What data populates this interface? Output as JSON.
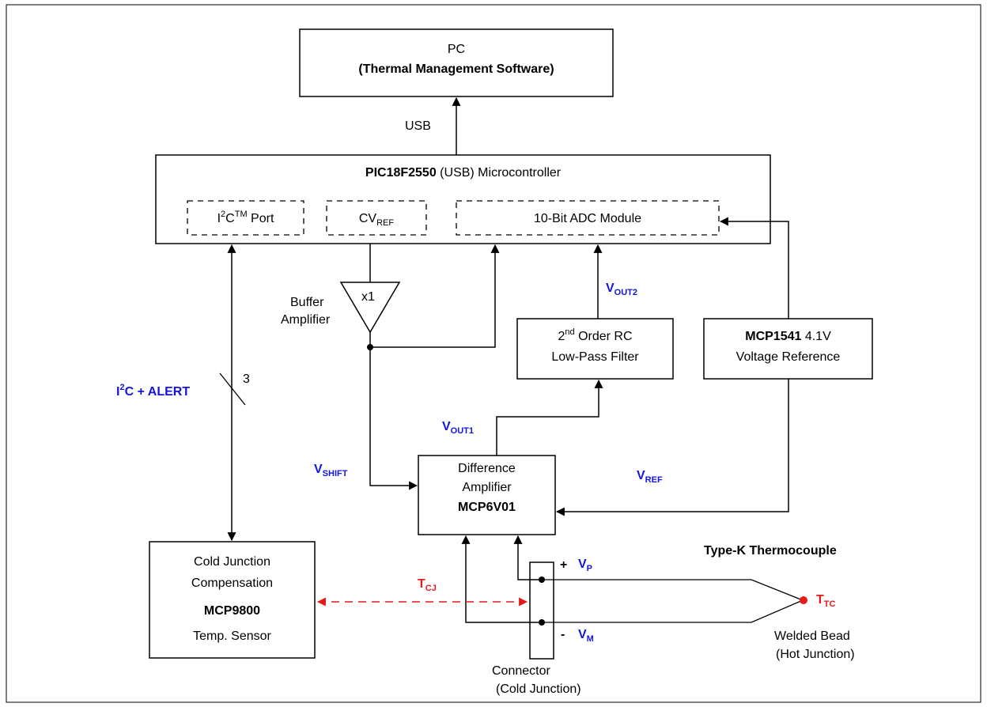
{
  "pc": {
    "line1": "PC",
    "line2": "(Thermal Management Software)"
  },
  "usb_label": "USB",
  "mcu": {
    "title_bold": "PIC18F2550",
    "title_rest": " (USB) Microcontroller",
    "i2c_port": {
      "pre": "I",
      "sup1": "2",
      "mid": "C",
      "sup2": "TM",
      "post": " Port"
    },
    "cvref": {
      "main": "CV",
      "sub": "REF"
    },
    "adc": "10-Bit ADC Module"
  },
  "buffer": {
    "gain": "x1",
    "label_line1": "Buffer",
    "label_line2": "Amplifier"
  },
  "filter": {
    "line1_pre": "2",
    "line1_sup": "nd",
    "line1_post": " Order RC",
    "line2": "Low-Pass Filter"
  },
  "reference": {
    "line1_bold": "MCP1541",
    "line1_rest": " 4.1V",
    "line2": "Voltage Reference"
  },
  "diff_amp": {
    "line1": "Difference",
    "line2": "Amplifier",
    "line3": "MCP6V01"
  },
  "sensor": {
    "line1": "Cold Junction",
    "line2": "Compensation",
    "line3": "MCP9800",
    "line4": "Temp. Sensor"
  },
  "bus": {
    "label_pre": "I",
    "label_sup": "2",
    "label_post": "C + ALERT",
    "width": "3"
  },
  "signals": {
    "vout2": {
      "main": "V",
      "sub": "OUT2"
    },
    "vout1": {
      "main": "V",
      "sub": "OUT1"
    },
    "vshift": {
      "main": "V",
      "sub": "SHIFT"
    },
    "vref": {
      "main": "V",
      "sub": "REF"
    },
    "vp": {
      "sign": "+",
      "main": "V",
      "sub": "P"
    },
    "vm": {
      "sign": "-",
      "main": "V",
      "sub": "M"
    },
    "tcj": {
      "main": "T",
      "sub": "CJ"
    },
    "ttc": {
      "main": "T",
      "sub": "TC"
    }
  },
  "thermocouple": {
    "title": "Type-K Thermocouple",
    "bead_line1": "Welded Bead",
    "bead_line2": "(Hot Junction)"
  },
  "connector": {
    "line1": "Connector",
    "line2": "(Cold Junction)"
  },
  "colors": {
    "signal_blue": "#1414e0",
    "temperature_red": "#e81818",
    "line_black": "#000000"
  }
}
